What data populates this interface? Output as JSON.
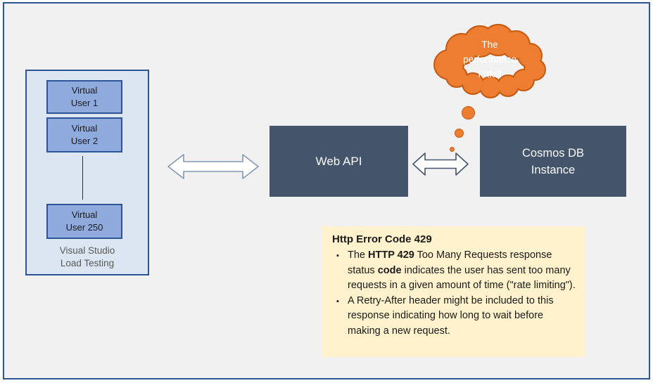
{
  "diagram": {
    "load_test_panel": {
      "label_line1": "Visual Studio",
      "label_line2": "Load Testing",
      "users": [
        {
          "line1": "Virtual",
          "line2": "User 1"
        },
        {
          "line1": "Virtual",
          "line2": "User 2"
        },
        {
          "line1": "Virtual",
          "line2": "User 250"
        }
      ]
    },
    "web_api_box": {
      "label": "Web API"
    },
    "cosmos_box": {
      "line1": "Cosmos DB",
      "line2": "Instance"
    },
    "cloud": {
      "line1": "The",
      "line2": "performance",
      "line3": "Pitfall"
    },
    "note": {
      "title": "Http Error Code 429",
      "bullet1": {
        "seg0": "The ",
        "seg1": "HTTP 429",
        "seg2": " Too Many Requests response status ",
        "seg3": "code",
        "seg4": " indicates the user has sent too many requests in a given amount of time (\"rate limiting\")."
      },
      "bullet2": "A Retry-After header might be included to this response indicating how long to wait before making a new request.",
      "bullet_glyph": "▪"
    },
    "colors": {
      "frame_border": "#2F5496",
      "canvas_bg": "#F1F1F2",
      "panel_bg": "#DCE5F2",
      "panel_border": "#2F5496",
      "user_box_bg": "#8FAADC",
      "user_box_border": "#2E5395",
      "dark_box_bg": "#44546A",
      "dark_box_text": "#FAFAFA",
      "cloud_fill": "#ED7D31",
      "cloud_border": "#C55A11",
      "note_bg": "#FFF2CC",
      "panel_label_gray": "#595959",
      "arrow_left_stroke": "#8497B0",
      "arrow_right_stroke": "#44546A"
    }
  }
}
